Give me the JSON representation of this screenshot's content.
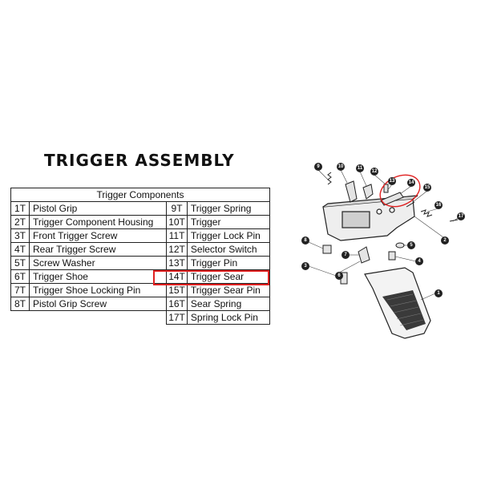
{
  "title": "TRIGGER ASSEMBLY",
  "table": {
    "header": "Trigger Components",
    "left": [
      {
        "num": "1T",
        "name": "Pistol Grip"
      },
      {
        "num": "2T",
        "name": "Trigger Component Housing"
      },
      {
        "num": "3T",
        "name": "Front Trigger Screw"
      },
      {
        "num": "4T",
        "name": "Rear Trigger Screw"
      },
      {
        "num": "5T",
        "name": "Screw Washer"
      },
      {
        "num": "6T",
        "name": "Trigger Shoe"
      },
      {
        "num": "7T",
        "name": "Trigger Shoe Locking Pin"
      },
      {
        "num": "8T",
        "name": "Pistol Grip Screw"
      }
    ],
    "right": [
      {
        "num": "9T",
        "name": "Trigger Spring"
      },
      {
        "num": "10T",
        "name": "Trigger"
      },
      {
        "num": "11T",
        "name": "Trigger Lock Pin"
      },
      {
        "num": "12T",
        "name": "Selector Switch"
      },
      {
        "num": "13T",
        "name": "Trigger Pin"
      },
      {
        "num": "14T",
        "name": "Trigger Sear"
      },
      {
        "num": "15T",
        "name": "Trigger Sear Pin"
      },
      {
        "num": "16T",
        "name": "Sear Spring"
      },
      {
        "num": "17T",
        "name": "Spring Lock Pin"
      }
    ],
    "highlighted_row": "14T",
    "highlight_color": "#e02020"
  },
  "diagram": {
    "callouts": [
      "1",
      "2",
      "3",
      "4",
      "5",
      "6",
      "7",
      "8",
      "9",
      "10",
      "11",
      "12",
      "13",
      "14",
      "15",
      "16",
      "17"
    ],
    "highlighted_callout": "14"
  }
}
